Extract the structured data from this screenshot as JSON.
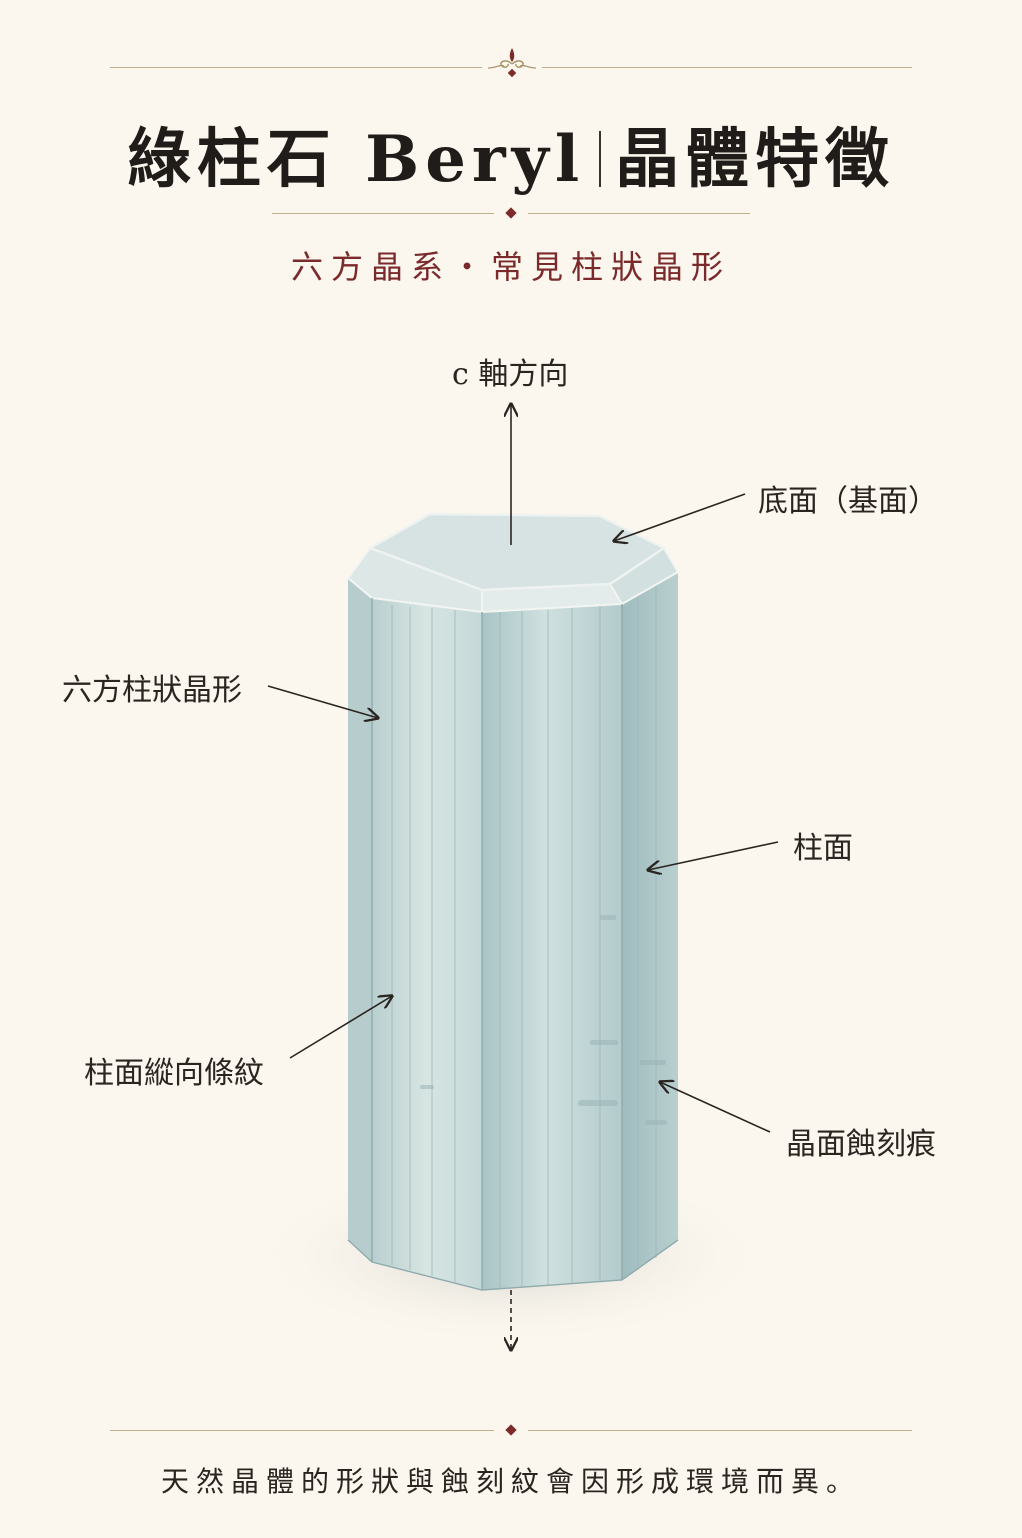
{
  "title": {
    "part1": "綠柱石 Beryl",
    "part2": "晶體特徵"
  },
  "subtitle": "六方晶系・常見柱狀晶形",
  "labels": {
    "c_axis": "c 軸方向",
    "basal_face": "底面（基面）",
    "hex_prism": "六方柱狀晶形",
    "prism_face": "柱面",
    "striations": "柱面縱向條紋",
    "etch_marks": "晶面蝕刻痕"
  },
  "footer": "天然晶體的形狀與蝕刻紋會因形成環境而異。",
  "colors": {
    "accent": "#7a2a2a",
    "rule": "#bdb08e",
    "crystal": "#c9dcdc",
    "background": "#fbf7ef"
  }
}
